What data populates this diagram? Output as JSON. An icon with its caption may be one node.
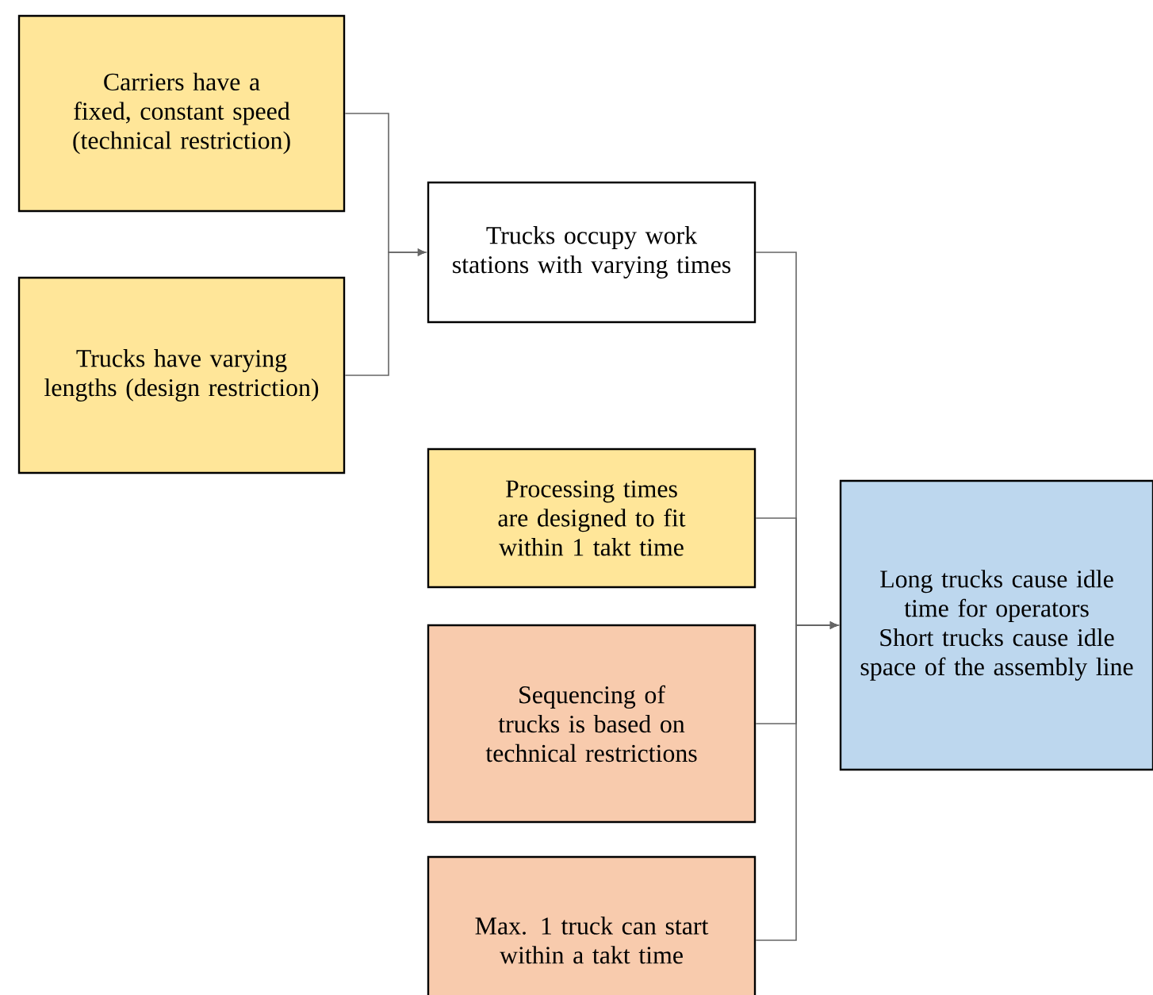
{
  "diagram": {
    "nodes": [
      {
        "text": [
          "Carriers have a fixed, constant speed (technical restriction)"
        ]
      },
      {
        "text": [
          "Trucks have varying lengths (design restriction)"
        ]
      },
      {
        "text": [
          "Trucks occupy work stations with varying times"
        ]
      },
      {
        "text": [
          "Processing times are designed to fit within 1 takt time"
        ]
      },
      {
        "text": [
          "Sequencing of trucks is based on technical restrictions"
        ]
      },
      {
        "text": [
          "Max. 1 truck can start within a takt time"
        ]
      },
      {
        "text": [
          "Long trucks cause idle time for operators",
          "Short trucks cause idle space of the assembly line"
        ]
      }
    ],
    "edges": [
      {
        "from": 0,
        "to": 2,
        "arrow": "to"
      },
      {
        "from": 1,
        "to": 2,
        "arrow": "to"
      },
      {
        "from": 2,
        "to": 6,
        "arrow": "to"
      },
      {
        "from": 3,
        "to": 6,
        "arrow": "to"
      },
      {
        "from": 4,
        "to": 6,
        "arrow": "to"
      },
      {
        "from": 5,
        "to": 6,
        "arrow": "to"
      }
    ]
  }
}
